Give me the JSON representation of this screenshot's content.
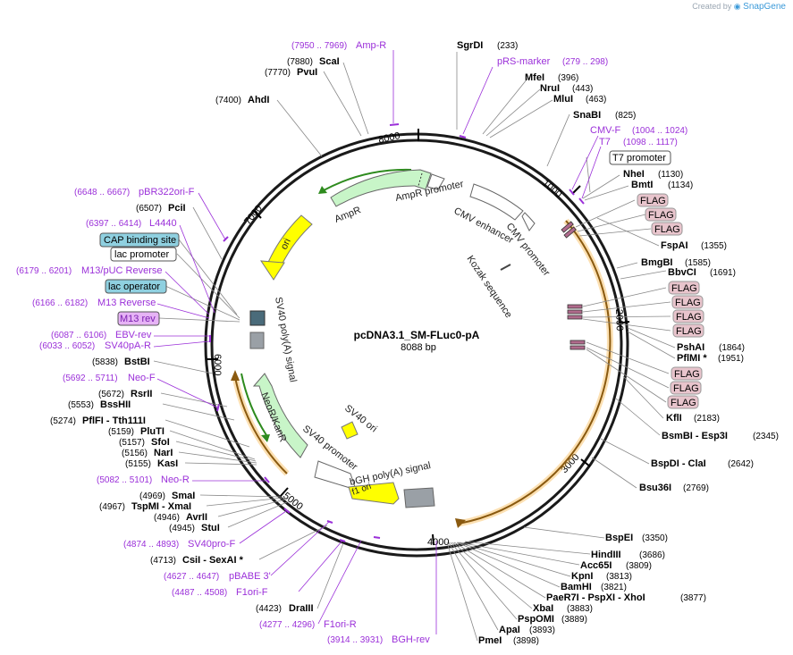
{
  "watermark": {
    "prefix": "Created by",
    "brand": "SnapGene"
  },
  "plasmid": {
    "name": "pcDNA3.1_SM-FLuc0-pA",
    "size": "8088 bp"
  },
  "ticks": [
    "1000",
    "2000",
    "3000",
    "4000",
    "5000",
    "6000",
    "7000",
    "8000"
  ],
  "enzymes": [
    {
      "name": "SgrDI",
      "pos": "(233)"
    },
    {
      "name": "MfeI",
      "pos": "(396)"
    },
    {
      "name": "NruI",
      "pos": "(443)"
    },
    {
      "name": "MluI",
      "pos": "(463)"
    },
    {
      "name": "SnaBI",
      "pos": "(825)"
    },
    {
      "name": "NheI",
      "pos": "(1130)"
    },
    {
      "name": "BmtI",
      "pos": "(1134)"
    },
    {
      "name": "FspAI",
      "pos": "(1355)"
    },
    {
      "name": "BmgBI",
      "pos": "(1585)"
    },
    {
      "name": "BbvCI",
      "pos": "(1691)"
    },
    {
      "name": "PshAI",
      "pos": "(1864)"
    },
    {
      "name": "PflMI *",
      "pos": "(1951)"
    },
    {
      "name": "KflI",
      "pos": "(2183)"
    },
    {
      "name": "BsmBI - Esp3I",
      "pos": "(2345)"
    },
    {
      "name": "BspDI - ClaI",
      "pos": "(2642)"
    },
    {
      "name": "Bsu36I",
      "pos": "(2769)"
    },
    {
      "name": "BspEI",
      "pos": "(3350)"
    },
    {
      "name": "HindIII",
      "pos": "(3686)"
    },
    {
      "name": "Acc65I",
      "pos": "(3809)"
    },
    {
      "name": "KpnI",
      "pos": "(3813)"
    },
    {
      "name": "BamHI",
      "pos": "(3821)"
    },
    {
      "name": "PaeR7I - PspXI - XhoI",
      "pos": "(3877)"
    },
    {
      "name": "XbaI",
      "pos": "(3883)"
    },
    {
      "name": "PspOMI",
      "pos": "(3889)"
    },
    {
      "name": "ApaI",
      "pos": "(3893)"
    },
    {
      "name": "PmeI",
      "pos": "(3898)"
    },
    {
      "name": "DraIII",
      "pos": "(4423)"
    },
    {
      "name": "CsiI - SexAI *",
      "pos": "(4713)"
    },
    {
      "name": "StuI",
      "pos": "(4945)"
    },
    {
      "name": "AvrII",
      "pos": "(4946)"
    },
    {
      "name": "TspMI - XmaI",
      "pos": "(4967)"
    },
    {
      "name": "SmaI",
      "pos": "(4969)"
    },
    {
      "name": "KasI",
      "pos": "(5155)"
    },
    {
      "name": "NarI",
      "pos": "(5156)"
    },
    {
      "name": "SfoI",
      "pos": "(5157)"
    },
    {
      "name": "PluTI",
      "pos": "(5159)"
    },
    {
      "name": "PflFI - Tth111I",
      "pos": "(5274)"
    },
    {
      "name": "BssHII",
      "pos": "(5553)"
    },
    {
      "name": "RsrII",
      "pos": "(5672)"
    },
    {
      "name": "BstBI",
      "pos": "(5838)"
    },
    {
      "name": "PciI",
      "pos": "(6507)"
    },
    {
      "name": "AhdI",
      "pos": "(7400)"
    },
    {
      "name": "PvuI",
      "pos": "(7770)"
    },
    {
      "name": "ScaI",
      "pos": "(7880)"
    }
  ],
  "primers": [
    {
      "name": "Amp-R",
      "pos": "(7950 .. 7969)"
    },
    {
      "name": "pRS-marker",
      "pos": "(279 .. 298)"
    },
    {
      "name": "CMV-F",
      "pos": "(1004 .. 1024)"
    },
    {
      "name": "T7",
      "pos": "(1098 .. 1117)"
    },
    {
      "name": "pBR322ori-F",
      "pos": "(6648 .. 6667)"
    },
    {
      "name": "L4440",
      "pos": "(6397 .. 6414)"
    },
    {
      "name": "M13/pUC Reverse",
      "pos": "(6179 .. 6201)"
    },
    {
      "name": "M13 Reverse",
      "pos": "(6166 .. 6182)"
    },
    {
      "name": "M13 rev",
      "pos": ""
    },
    {
      "name": "EBV-rev",
      "pos": "(6087 .. 6106)"
    },
    {
      "name": "SV40pA-R",
      "pos": "(6033 .. 6052)"
    },
    {
      "name": "Neo-F",
      "pos": "(5692 .. 5711)"
    },
    {
      "name": "Neo-R",
      "pos": "(5082 .. 5101)"
    },
    {
      "name": "SV40pro-F",
      "pos": "(4874 .. 4893)"
    },
    {
      "name": "pBABE 3'",
      "pos": "(4627 .. 4647)"
    },
    {
      "name": "F1ori-F",
      "pos": "(4487 .. 4508)"
    },
    {
      "name": "F1ori-R",
      "pos": "(4277 .. 4296)"
    },
    {
      "name": "BGH-rev",
      "pos": "(3914 .. 3931)"
    }
  ],
  "boxed_labels": {
    "t7_promoter": "T7 promoter",
    "cap_binding_site": "CAP binding site",
    "lac_promoter": "lac promoter",
    "lac_operator": "lac operator",
    "flag": "FLAG"
  },
  "features": {
    "ampr_promoter": "AmpR promoter",
    "ampr": "AmpR",
    "ori": "ori",
    "cmv_enhancer": "CMV enhancer",
    "cmv_promoter": "CMV promoter",
    "kozak": "Kozak sequence",
    "sv40_polya": "SV40 poly(A) signal",
    "neor": "NeoR/KanR",
    "sv40_promoter": "SV40 promoter",
    "sv40_ori": "SV40 ori",
    "bgh_polya": "bGH poly(A) signal",
    "f1_ori": "f1 ori"
  },
  "colors": {
    "backbone": "#1a1a1a",
    "primer": "#9b30d9",
    "ampr_fill": "#c8f5c8",
    "ori_fill": "#ffff00",
    "orf_orange": "#f5a623",
    "flag_fill": "#e8c4cc",
    "lac_fill": "#8fd0e0",
    "m13_fill": "#e6b3f5",
    "bgh_fill": "#9aa0a6"
  }
}
